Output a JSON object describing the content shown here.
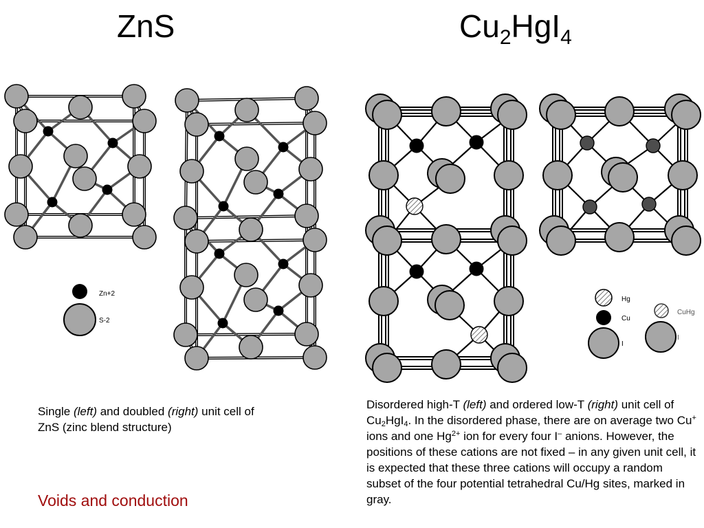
{
  "titles": {
    "zns": "ZnS",
    "cu_part1": "Cu",
    "cu_sub1": "2",
    "cu_part2": "HgI",
    "cu_sub2": "4"
  },
  "legend_left": {
    "zn": "Zn+2",
    "s": "S-2"
  },
  "legend_right": {
    "hg": "Hg",
    "cu": "Cu",
    "i": "I",
    "cuhg": "CuHg",
    "i2": "I"
  },
  "caption_left": {
    "p1": "Single ",
    "p2": "(left)",
    "p3": " and doubled ",
    "p4": "(right)",
    "p5": " unit cell of ZnS (zinc blend structure)"
  },
  "caption_right": {
    "p1": "Disordered high-T ",
    "p2": "(left)",
    "p3": " and ordered low-T ",
    "p4": "(right)",
    "p5": " unit cell of Cu",
    "p6": "2",
    "p7": "HgI",
    "p8": "4",
    "p9": ".  In the disordered phase, there are on average two Cu",
    "p10": "+",
    "p11": " ions and one Hg",
    "p12": "2+",
    "p13": " ion for every four I",
    "p14": "–",
    "p15": " anions.  However, the positions of these cations are not fixed – in any given unit cell, it is expected that these three cations will occupy a random subset of the four potential tetrahedral Cu/Hg sites, marked in gray."
  },
  "link_text": "Voids and conduction",
  "colors": {
    "anion": "#a6a6a6",
    "cation": "#000000",
    "cuhg": "#4d4d4d",
    "bond": "#555555",
    "link": "#a00e0e"
  }
}
